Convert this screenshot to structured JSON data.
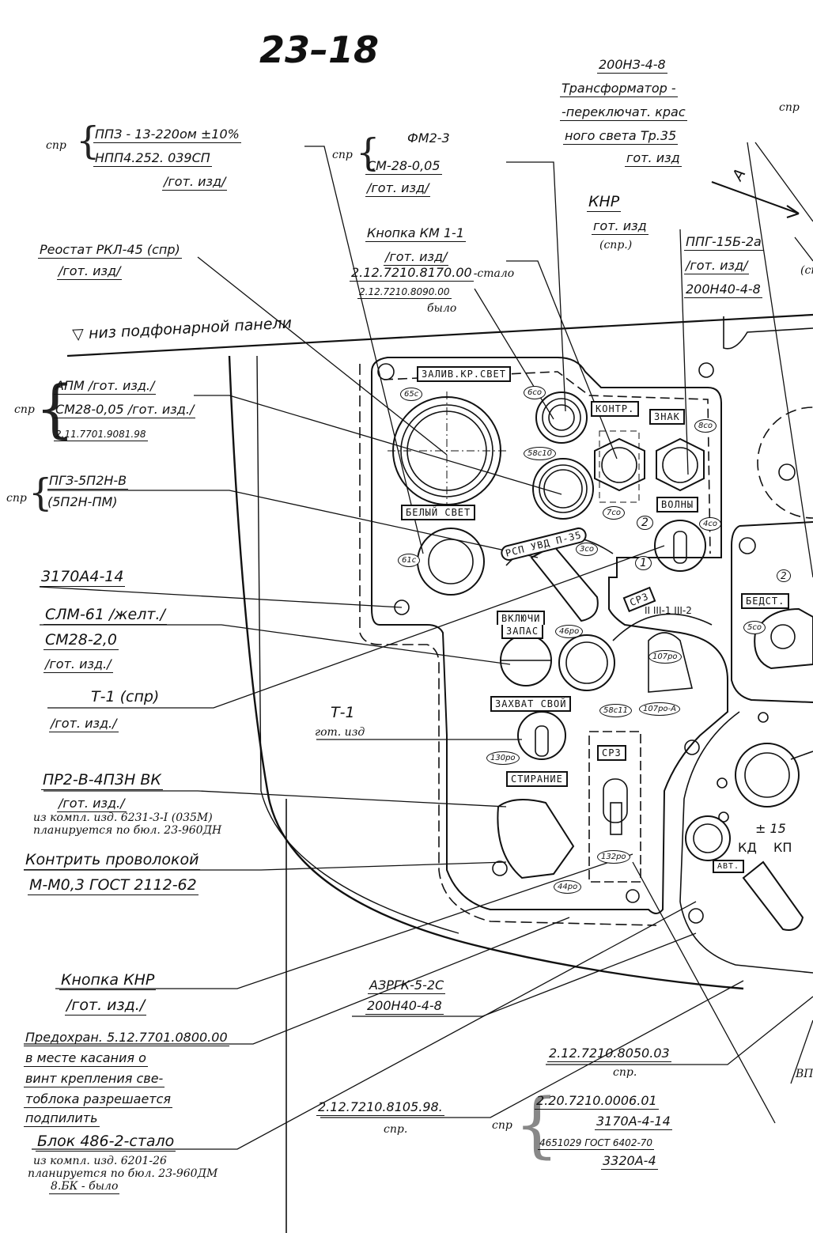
{
  "sheet_number": "23–18",
  "annotations": {
    "ppz": {
      "line1": "ППЗ - 13-220ом ±10%",
      "line2": "НПП4.252. 039СП",
      "line3": "/гот. изд/",
      "spare": "спр"
    },
    "fm": {
      "line1": "ФМ2-3",
      "line2": "СМ-28-0,05",
      "line3": "/гот. изд/",
      "spare": "спр"
    },
    "transformer": {
      "line1": "200НЗ-4-8",
      "line2": "Трансформатор -",
      "line3": "-переключат. крас",
      "line4": "ного света Тр.35",
      "line5": "гот. изд",
      "spare": "спр"
    },
    "knr_top": {
      "line1": "КНР",
      "line2": "гот. изд",
      "line3": "(спр.)"
    },
    "ppg": {
      "line1": "ППГ-15Б-2а",
      "line2": "/гот. изд/",
      "line3": "200Н40-4-8",
      "spare": "(сп"
    },
    "knopka_km": {
      "line1": "Кнопка КМ 1-1",
      "line2": "/гот. изд/",
      "line3": "2.12.7210.8170.00",
      "line3_note": "-стало",
      "line4": "2.12.7210.8090.00",
      "line4_note": "было"
    },
    "reostat": {
      "line1": "Реостат РКЛ-45 (спр)",
      "line2": "/гот. изд/"
    },
    "bottom_panel": {
      "text": "▽ низ подфонарной панели"
    },
    "apm": {
      "line1": "АПМ /гот. изд./",
      "line2": "СМ28-0,05 /гот. изд./",
      "line3": "2.11.7701.9081.98",
      "spare": "спр"
    },
    "pgz": {
      "line1": "ПГЗ-5П2Н-В",
      "line2": "(5П2Н-ПМ)",
      "spare": "спр"
    },
    "screw_3170": {
      "line1": "3170А4-14"
    },
    "slm": {
      "line1": "СЛМ-61 /желт./",
      "line2": "СМ28-2,0",
      "line3": "/гот. изд./"
    },
    "t1_left": {
      "line1": "Т-1 (спр)",
      "line2": "/гот. изд./"
    },
    "t1_mid": {
      "line1": "Т-1",
      "line2": "гот. изд"
    },
    "pr2": {
      "line1": "ПР2-В-4П3Н ВК",
      "line2": "/гот. изд./",
      "line3": "из компл. изд. 6231-3-I (035М)",
      "line4": "планируется по бюл. 23-960ДН"
    },
    "kontrit": {
      "line1": "Контрить проволокой",
      "line2": "М-М0,3 ГОСТ 2112-62"
    },
    "knopka_knr": {
      "line1": "Кнопка КНР",
      "line2": "/гот. изд./"
    },
    "predohran": {
      "line1": "Предохран. 5.12.7701.0800.00",
      "line2": "в месте касания о",
      "line3": "винт крепления све-",
      "line4": "тоблока разрешается",
      "line5": "подпилить"
    },
    "blok": {
      "line1": "Блок 486-2-стало",
      "line2": "из компл. изд. 6201-26",
      "line3": "планируется по бюл. 23-960ДМ",
      "line4": "8.БК - было"
    },
    "azrgk": {
      "line1": "АЗРГК-5-2С",
      "line2": "200Н40-4-8"
    },
    "part_8105": {
      "line1": "2.12.7210.8105.98.",
      "line2": "спр."
    },
    "part_8050": {
      "line1": "2.12.7210.8050.03",
      "line2": "спр."
    },
    "stack_right": {
      "line1": "2.20.7210.0006.01",
      "line2": "3170А-4-14",
      "line3": "4651029 ГОСТ 6402-70",
      "line4": "3320А-4",
      "spare": "спр"
    },
    "view_mark": "A",
    "edge_spare": "(сп",
    "edge_bp": "ВП"
  },
  "panel_plates": {
    "zaliv": "ЗАЛИВ.КР.СВЕТ",
    "kontr": "КОНТР.",
    "znak": "ЗНАК",
    "volny": "ВОЛНЫ",
    "belyi": "БЕЛЫЙ СВЕТ",
    "rsp": "РСП  УВД  П-35",
    "vkluchi": "ВКЛЮЧИ",
    "zapas": "ЗАПАС",
    "zahvat": "ЗАХВАТ  СВОЙ",
    "srz_arc": "СРЗ",
    "srz_pos": "II   III-1   III-2",
    "stiranie": "СТИРАНИЕ",
    "srz_box": "СРЗ",
    "bedst": "БЕДСТ.",
    "avt": "АВТ.",
    "kd": "КД",
    "kp": "КП",
    "pm15": "± 15"
  },
  "position_numbers": {
    "p65": "65с",
    "p6": "6со",
    "p58_10": "58с10",
    "p7": "7со",
    "p8": "8со",
    "p4": "4со",
    "p3": "3со",
    "p61": "61с",
    "p46": "46ро",
    "p107": "107ро",
    "p107a": "107ро-А",
    "p58_11": "58с11",
    "p130": "130ро",
    "p132": "132ро",
    "p44": "44ро",
    "p5": "5со",
    "c1": "1",
    "c2": "2",
    "c2b": "2"
  }
}
